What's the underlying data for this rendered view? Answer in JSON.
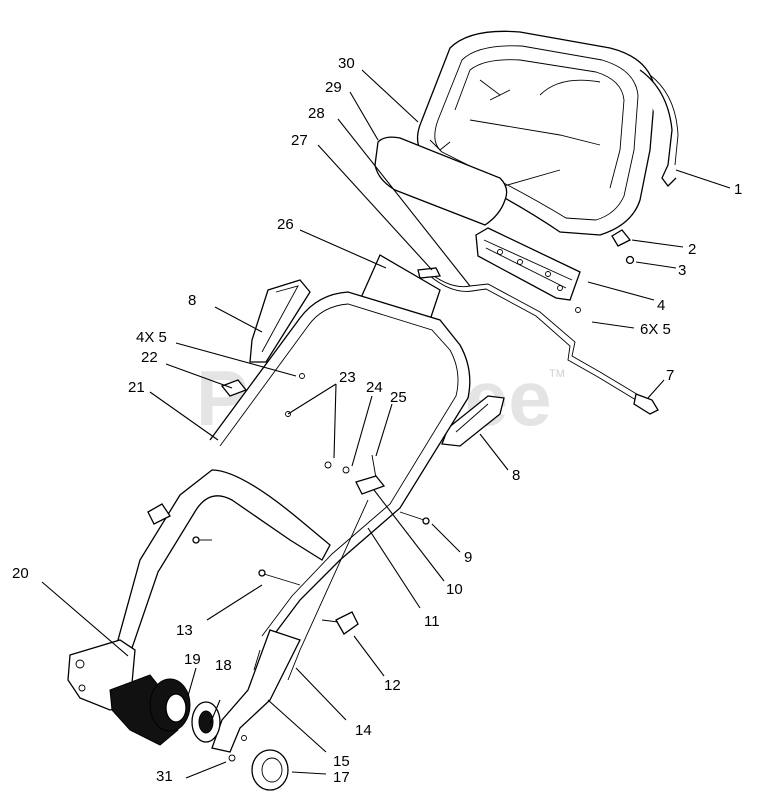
{
  "watermark": {
    "text": "PartsTree",
    "trademark": "TM"
  },
  "callouts": [
    {
      "id": "c1",
      "text": "1"
    },
    {
      "id": "c2",
      "text": "2"
    },
    {
      "id": "c3",
      "text": "3"
    },
    {
      "id": "c4",
      "text": "4"
    },
    {
      "id": "c6x5",
      "text": "6X 5"
    },
    {
      "id": "c7",
      "text": "7"
    },
    {
      "id": "c8a",
      "text": "8"
    },
    {
      "id": "c8b",
      "text": "8"
    },
    {
      "id": "c9",
      "text": "9"
    },
    {
      "id": "c10",
      "text": "10"
    },
    {
      "id": "c11",
      "text": "11"
    },
    {
      "id": "c12",
      "text": "12"
    },
    {
      "id": "c13",
      "text": "13"
    },
    {
      "id": "c14",
      "text": "14"
    },
    {
      "id": "c15",
      "text": "15"
    },
    {
      "id": "c17",
      "text": "17"
    },
    {
      "id": "c18",
      "text": "18"
    },
    {
      "id": "c19",
      "text": "19"
    },
    {
      "id": "c20",
      "text": "20"
    },
    {
      "id": "c21",
      "text": "21"
    },
    {
      "id": "c22",
      "text": "22"
    },
    {
      "id": "c23",
      "text": "23"
    },
    {
      "id": "c24",
      "text": "24"
    },
    {
      "id": "c25",
      "text": "25"
    },
    {
      "id": "c26",
      "text": "26"
    },
    {
      "id": "c27",
      "text": "27"
    },
    {
      "id": "c28",
      "text": "28"
    },
    {
      "id": "c29",
      "text": "29"
    },
    {
      "id": "c30",
      "text": "30"
    },
    {
      "id": "c31",
      "text": "31"
    },
    {
      "id": "c4x5",
      "text": "4X 5"
    }
  ]
}
